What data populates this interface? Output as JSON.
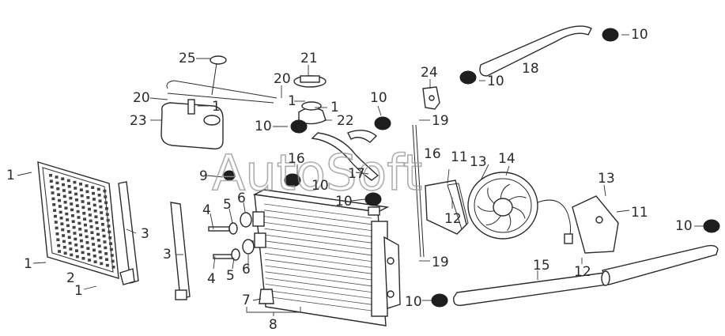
{
  "watermark": "AutoSoft",
  "callouts": {
    "c25": "25",
    "c21": "21",
    "c20a": "20",
    "c20b": "20",
    "c1a": "1",
    "c1b": "1",
    "c1c": "1",
    "c23": "23",
    "c22": "22",
    "c10a": "10",
    "c10b": "10",
    "c10c": "10",
    "c10d": "10",
    "c10e": "10",
    "c10f": "10",
    "c10g": "10",
    "c10h": "10",
    "c19a": "19",
    "c19b": "19",
    "c24": "24",
    "c18": "18",
    "c16a": "16",
    "c16b": "16",
    "c11a": "11",
    "c11b": "11",
    "c13a": "13",
    "c13b": "13",
    "c14": "14",
    "c17": "17",
    "c9": "9",
    "c1d": "1",
    "c1e": "1",
    "c1f": "1",
    "c2": "2",
    "c3a": "3",
    "c3b": "3",
    "c4a": "4",
    "c4b": "4",
    "c5a": "5",
    "c5b": "5",
    "c6a": "6",
    "c6b": "6",
    "c7": "7",
    "c8": "8",
    "c12a": "12",
    "c12b": "12",
    "c15": "15"
  }
}
